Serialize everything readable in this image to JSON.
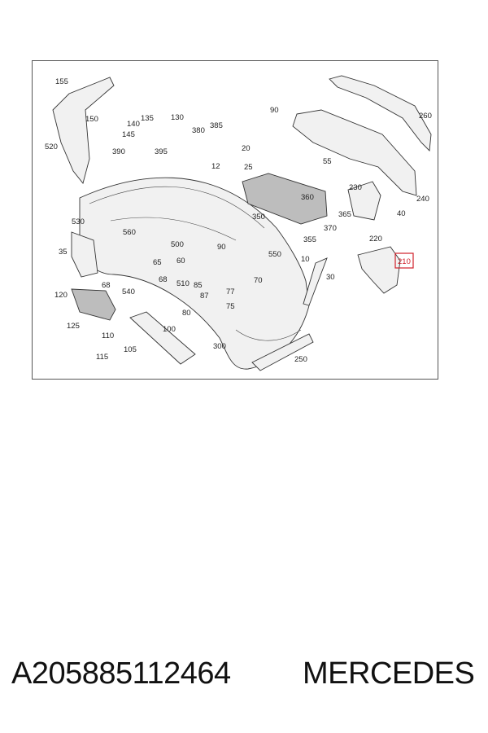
{
  "diagram": {
    "callouts": [
      "155",
      "150",
      "520",
      "140",
      "135",
      "130",
      "145",
      "380",
      "385",
      "390",
      "395",
      "90",
      "260",
      "20",
      "55",
      "12",
      "25",
      "530",
      "560",
      "360",
      "230",
      "350",
      "365",
      "240",
      "40",
      "370",
      "35",
      "355",
      "220",
      "500",
      "60",
      "90",
      "210",
      "65",
      "550",
      "10",
      "68",
      "68",
      "510",
      "85",
      "77",
      "70",
      "30",
      "120",
      "540",
      "87",
      "75",
      "80",
      "125",
      "100",
      "110",
      "105",
      "115",
      "300",
      "250"
    ],
    "highlighted_part": "210"
  },
  "footer": {
    "part_number": "A205885112464",
    "brand": "MERCEDES"
  }
}
